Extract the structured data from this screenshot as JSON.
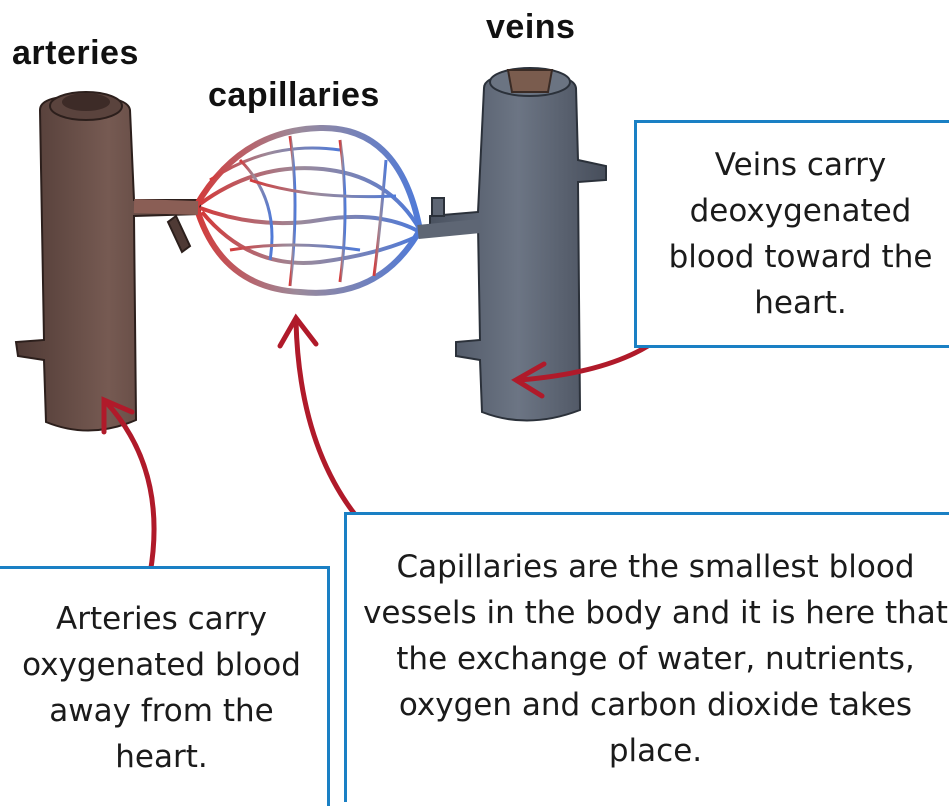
{
  "labels": {
    "arteries": "arteries",
    "capillaries": "capillaries",
    "veins": "veins"
  },
  "descriptions": {
    "veins": "Veins carry deoxygenated blood toward the heart.",
    "arteries": "Arteries carry oxygenated blood away from the heart.",
    "capillaries": "Capillaries are the smallest blood vessels in the body and it is here that the exchange of water, nutrients, oxygen and carbon dioxide takes place."
  },
  "colors": {
    "artery": "#6b4f48",
    "vein": "#5e6674",
    "arrow": "#b01a2a",
    "box_border": "#1a80c4"
  }
}
